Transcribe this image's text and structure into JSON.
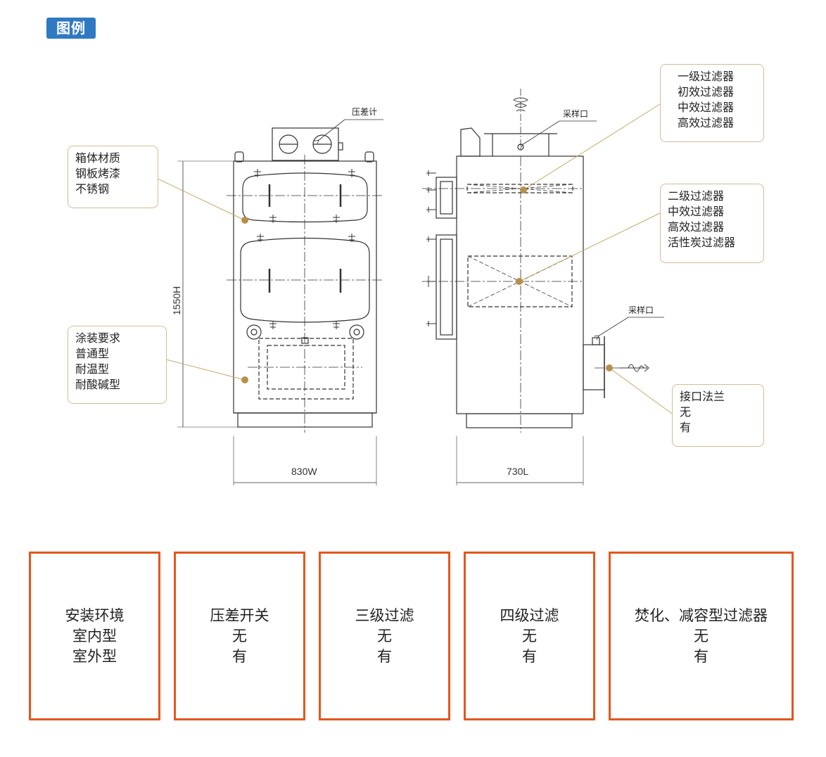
{
  "header": {
    "legend_label": "图例"
  },
  "front_view": {
    "gauge_label": "压差计",
    "width_label": "830W",
    "height_label": "1550H"
  },
  "side_view": {
    "sample_port_top_label": "采样口",
    "sample_port_side_label": "采样口",
    "length_label": "730L"
  },
  "callouts": {
    "material": {
      "lines": [
        "箱体材质",
        "钢板烤漆",
        "不锈钢"
      ]
    },
    "coating": {
      "lines": [
        "涂装要求",
        "普通型",
        "耐温型",
        "耐酸碱型"
      ]
    },
    "filter_stage1": {
      "lines": [
        "一级过滤器",
        "初效过滤器",
        "中效过滤器",
        "高效过滤器"
      ]
    },
    "filter_stage2": {
      "lines": [
        "二级过滤器",
        "中效过滤器",
        "高效过滤器",
        "活性炭过滤器"
      ]
    },
    "flange": {
      "lines": [
        "接口法兰",
        "无",
        "有"
      ]
    }
  },
  "options": [
    {
      "title": "安装环境",
      "values": [
        "室内型",
        "室外型"
      ]
    },
    {
      "title": "压差开关",
      "values": [
        "无",
        "有"
      ]
    },
    {
      "title": "三级过滤",
      "values": [
        "无",
        "有"
      ]
    },
    {
      "title": "四级过滤",
      "values": [
        "无",
        "有"
      ]
    },
    {
      "title": "焚化、减容型过滤器",
      "values": [
        "无",
        "有"
      ]
    }
  ],
  "colors": {
    "accent_blue": "#2f79c3",
    "option_border": "#e2581d",
    "callout_border": "#d4bd93",
    "leader": "#c8a86a"
  }
}
